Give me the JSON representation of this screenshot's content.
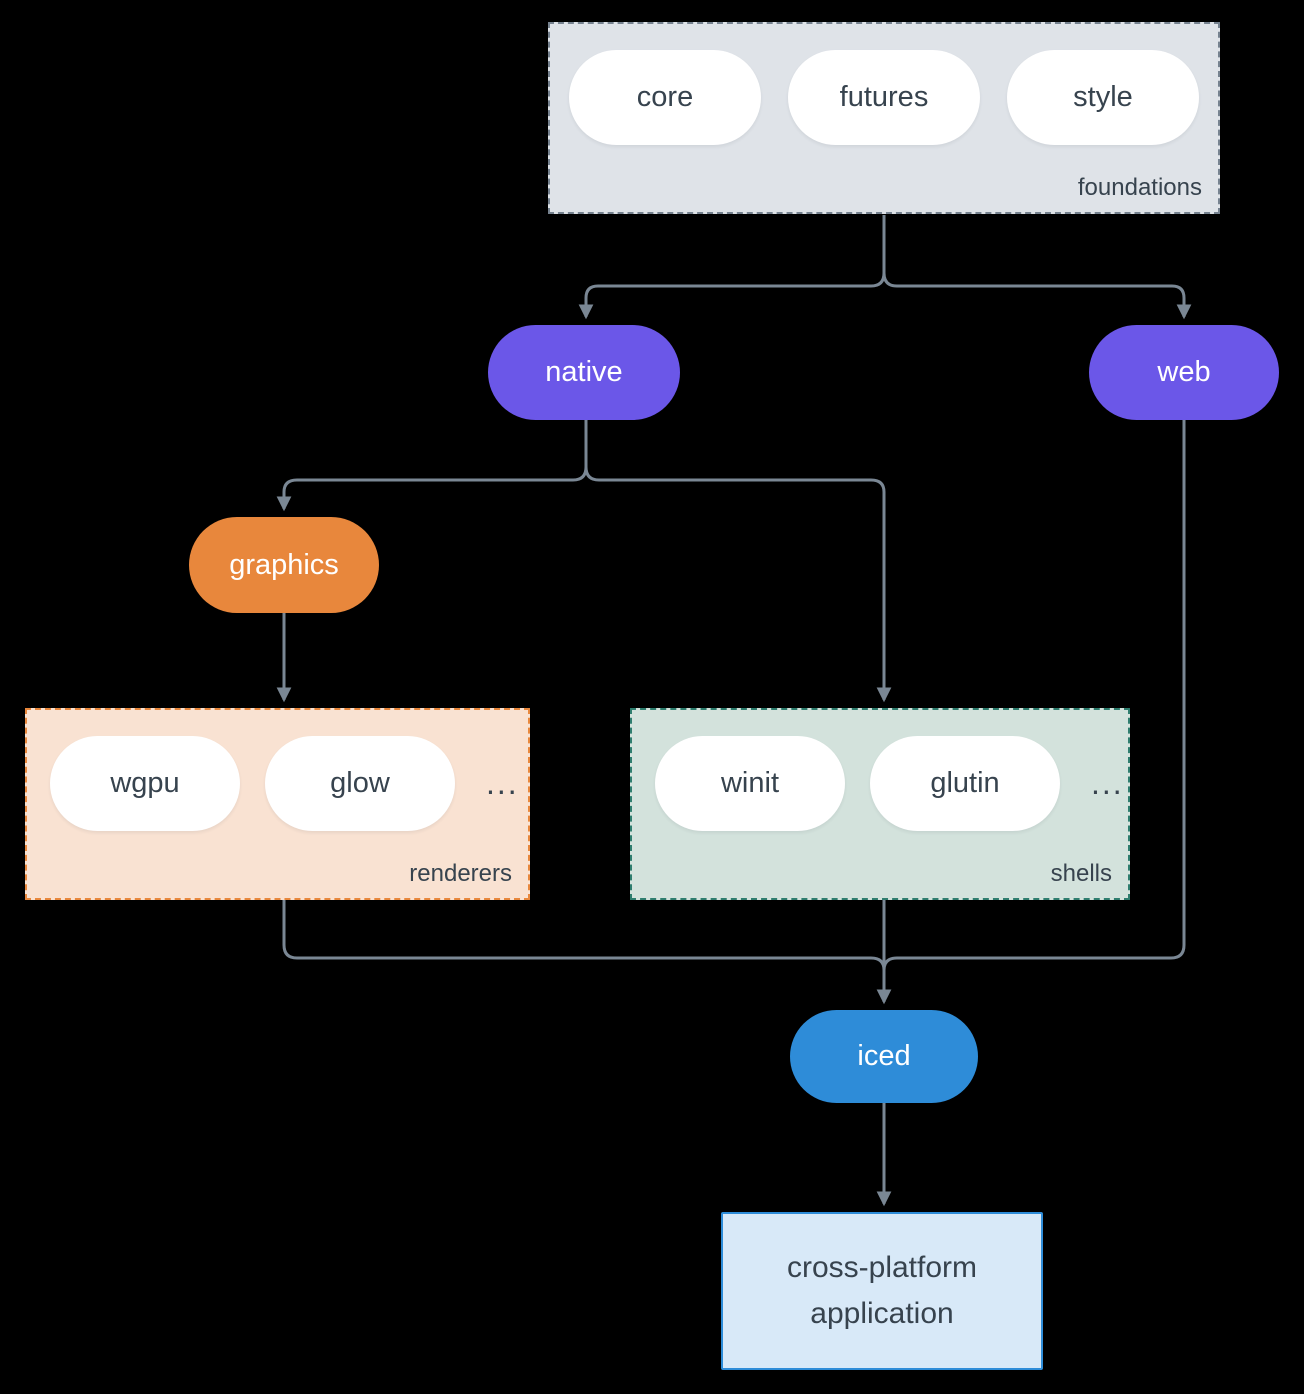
{
  "diagram": {
    "groups": {
      "foundations": {
        "label": "foundations",
        "pills": [
          "core",
          "futures",
          "style"
        ]
      },
      "renderers": {
        "label": "renderers",
        "pills": [
          "wgpu",
          "glow"
        ],
        "ellipsis": "..."
      },
      "shells": {
        "label": "shells",
        "pills": [
          "winit",
          "glutin"
        ],
        "ellipsis": "..."
      }
    },
    "nodes": {
      "native": {
        "label": "native"
      },
      "web": {
        "label": "web"
      },
      "graphics": {
        "label": "graphics"
      },
      "iced": {
        "label": "iced"
      },
      "application": {
        "label": "cross-platform application",
        "line1": "cross-platform",
        "line2": "application"
      }
    },
    "palette": {
      "background": "#000000",
      "purple": "#6b57e8",
      "orange": "#e8873c",
      "blue": "#2e8cd8",
      "slate_text": "#37434e",
      "line": "#7a8794",
      "foundations_fill": "#dfe3e8",
      "foundations_border": "#76828f",
      "renderers_fill": "#f9e2d2",
      "shells_fill": "#d3e2dc",
      "shells_border": "#2e7d6e",
      "application_fill": "#d8e9f8",
      "pill_fill": "#ffffff"
    }
  }
}
